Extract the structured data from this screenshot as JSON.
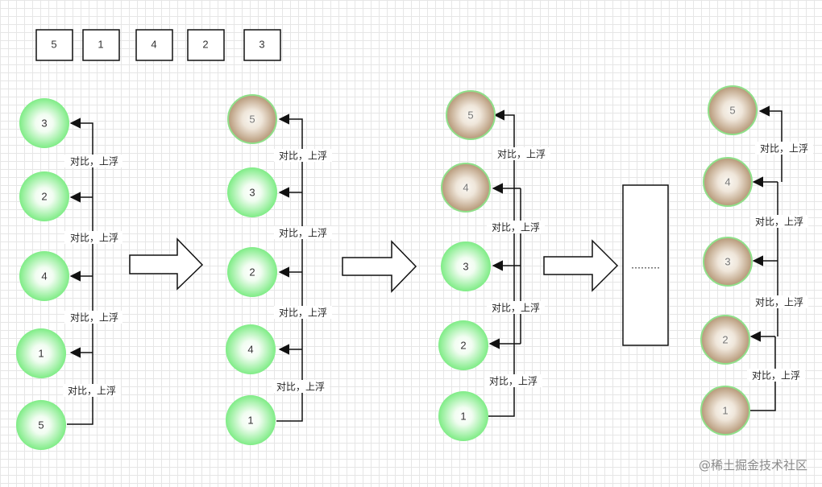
{
  "array": [
    "5",
    "1",
    "4",
    "2",
    "3"
  ],
  "compare_label": "对比，上浮",
  "stages": [
    {
      "balls": [
        "3",
        "2",
        "4",
        "1",
        "5"
      ],
      "sorted": []
    },
    {
      "balls": [
        "5",
        "3",
        "2",
        "4",
        "1"
      ],
      "sorted": [
        "5"
      ]
    },
    {
      "balls": [
        "5",
        "4",
        "3",
        "2",
        "1"
      ],
      "sorted": [
        "5",
        "4"
      ]
    },
    {
      "balls": [
        "5",
        "4",
        "3",
        "2",
        "1"
      ],
      "sorted": [
        "5",
        "4",
        "3",
        "2",
        "1"
      ]
    }
  ],
  "ellipsis": "………",
  "watermark": "@稀土掘金技术社区",
  "colors": {
    "unsorted_center": "#ffffff",
    "unsorted_edge": "#7fec86",
    "sorted_center": "#f6f2ea",
    "sorted_edge": "#c2a58a",
    "sorted_rim": "#8fe08a"
  }
}
